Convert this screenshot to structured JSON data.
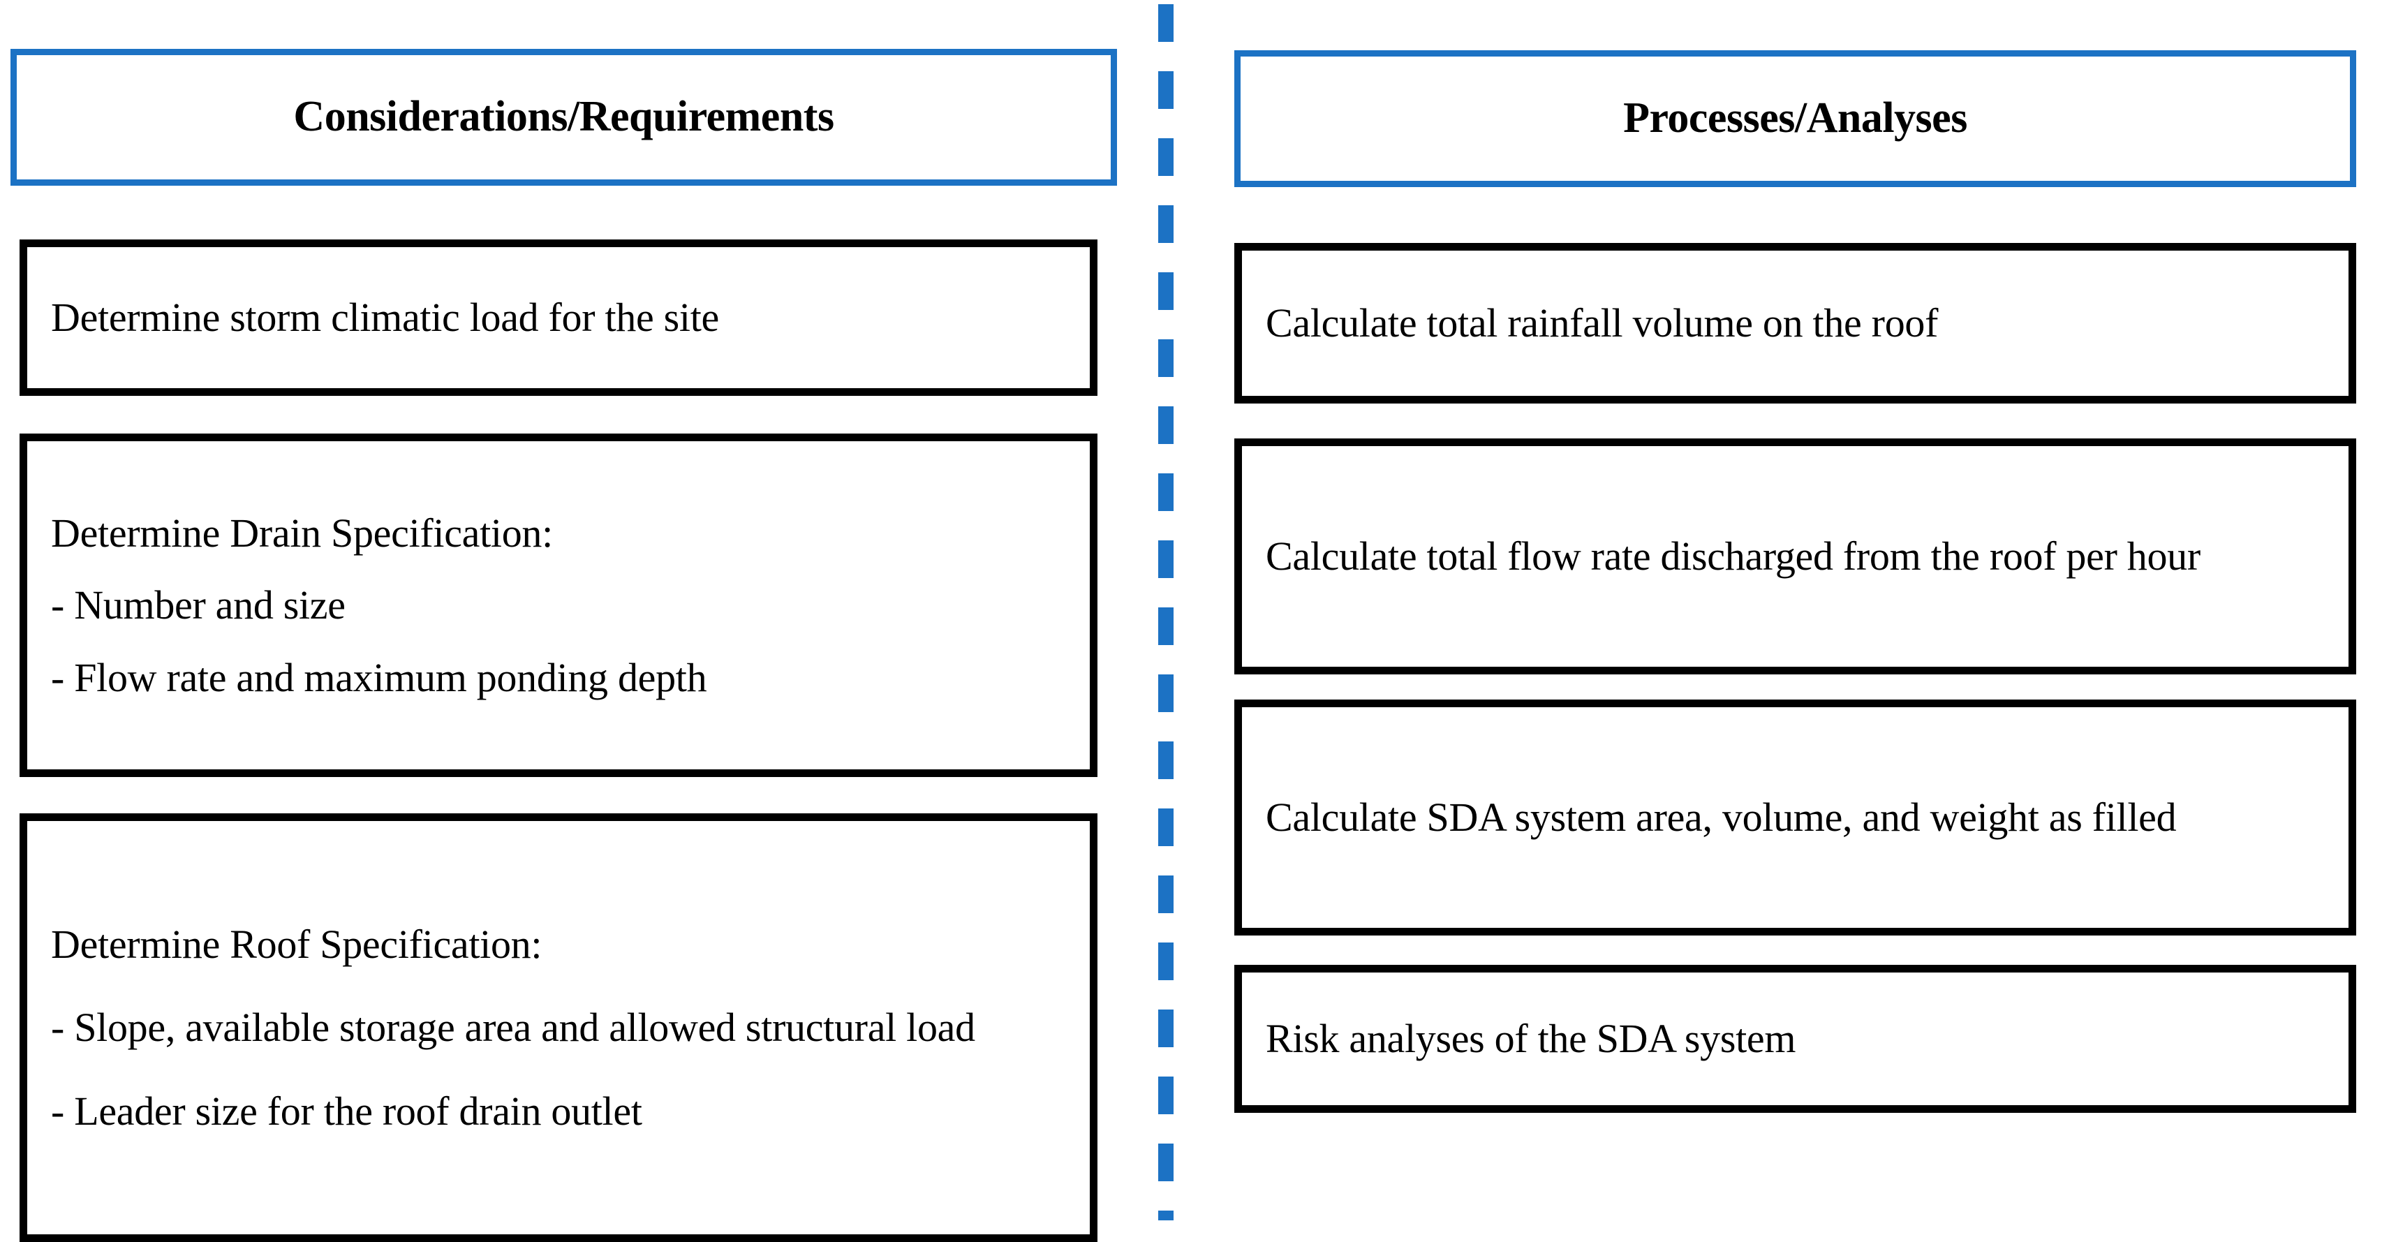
{
  "figure": {
    "type": "two-column-process-diagram",
    "divider": {
      "style": "dashed",
      "orientation": "vertical",
      "color": "#1C72C4"
    }
  },
  "colors": {
    "header_border": "#1C72C4",
    "node_border": "#000000",
    "background": "#FFFFFF",
    "text": "#000000"
  },
  "columns": [
    {
      "id": "considerations",
      "header": "Considerations/Requirements",
      "nodes": [
        {
          "id": "storm-climatic-load",
          "lines": [
            "Determine storm climatic load for the site"
          ],
          "align": "left"
        },
        {
          "id": "drain-specification",
          "lines": [
            "Determine Drain Specification:",
            "- Number and size",
            "- Flow rate and maximum ponding depth"
          ],
          "align": "left"
        },
        {
          "id": "roof-specification",
          "lines": [
            "Determine Roof Specification:",
            "- Slope, available storage area and allowed structural load",
            "- Leader size for the roof drain outlet"
          ],
          "align": "justify"
        }
      ]
    },
    {
      "id": "processes",
      "header": "Processes/Analyses",
      "nodes": [
        {
          "id": "total-rainfall-volume",
          "lines": [
            "Calculate total rainfall volume on the roof"
          ],
          "align": "left"
        },
        {
          "id": "total-flow-rate",
          "lines": [
            "Calculate total flow rate discharged from the roof per hour"
          ],
          "align": "justify"
        },
        {
          "id": "sda-area-volume-weight",
          "lines": [
            "Calculate SDA system area, volume, and weight as filled"
          ],
          "align": "justify"
        },
        {
          "id": "risk-analyses",
          "lines": [
            "Risk analyses of the SDA system"
          ],
          "align": "left"
        }
      ]
    }
  ]
}
